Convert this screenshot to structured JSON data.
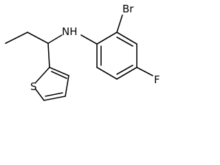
{
  "molecule": {
    "atoms": {
      "nitrogen": "NH",
      "bromine": "Br",
      "fluorine": "F",
      "sulfur": "S"
    }
  }
}
